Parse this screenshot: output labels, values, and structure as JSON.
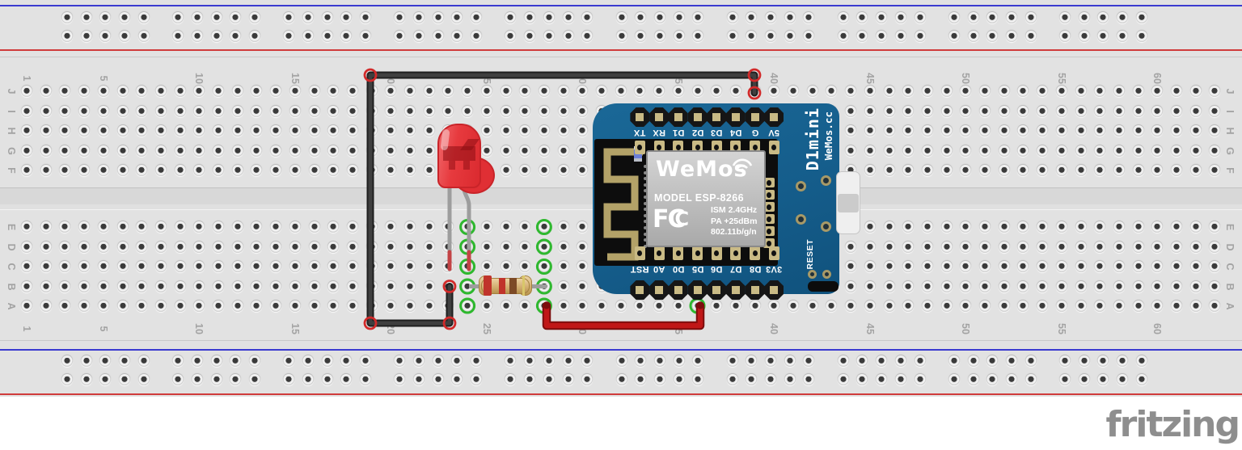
{
  "meta": {
    "logo_text": "fritzing"
  },
  "breadboard": {
    "row_letters_top_block": [
      "J",
      "I",
      "H",
      "G",
      "F"
    ],
    "row_letters_bottom_block": [
      "E",
      "D",
      "C",
      "B",
      "A"
    ],
    "column_numbers": [
      "1",
      "5",
      "10",
      "15",
      "20",
      "25",
      "30",
      "35",
      "40",
      "45",
      "50",
      "55",
      "60"
    ],
    "colors": {
      "body": "#e2e2e2",
      "rail_blue_line": "#3b3bd0",
      "rail_red_line": "#d03b3b",
      "connected_hole_ring": "#2eb82e",
      "selected_point_ring": "#d22a2a"
    }
  },
  "components": {
    "wemos_d1_mini": {
      "top_pins": [
        "TX",
        "RX",
        "D1",
        "D2",
        "D3",
        "D4",
        "G",
        "5V"
      ],
      "bottom_pins": [
        "RST",
        "A0",
        "D0",
        "D5",
        "D6",
        "D7",
        "D8",
        "3V3"
      ],
      "side_label_large": "D1mini",
      "side_label_small": "WeMos.cc",
      "reset_label": "RESET",
      "board_color": "#155d8b",
      "shield": {
        "brand": "WeMos",
        "model_line": "MODEL  ESP-8266",
        "fcc_mark": "FC",
        "specs": [
          "ISM 2.4GHz",
          "PA +25dBm",
          "802.11b/g/n"
        ]
      }
    },
    "led": {
      "kind": "5mm red LED",
      "color": "#e73a3e"
    },
    "resistor": {
      "body_color": "#d3af72",
      "band_colors_named": [
        "red",
        "red",
        "brown",
        "gold"
      ],
      "band_colors_hex": [
        "#c0342b",
        "#c0342b",
        "#7d4a26",
        "#d8c66a"
      ]
    },
    "wires": [
      {
        "name": "ground-wire",
        "color": "#3f3f3f"
      },
      {
        "name": "signal-wire",
        "color": "#c01717"
      }
    ]
  }
}
